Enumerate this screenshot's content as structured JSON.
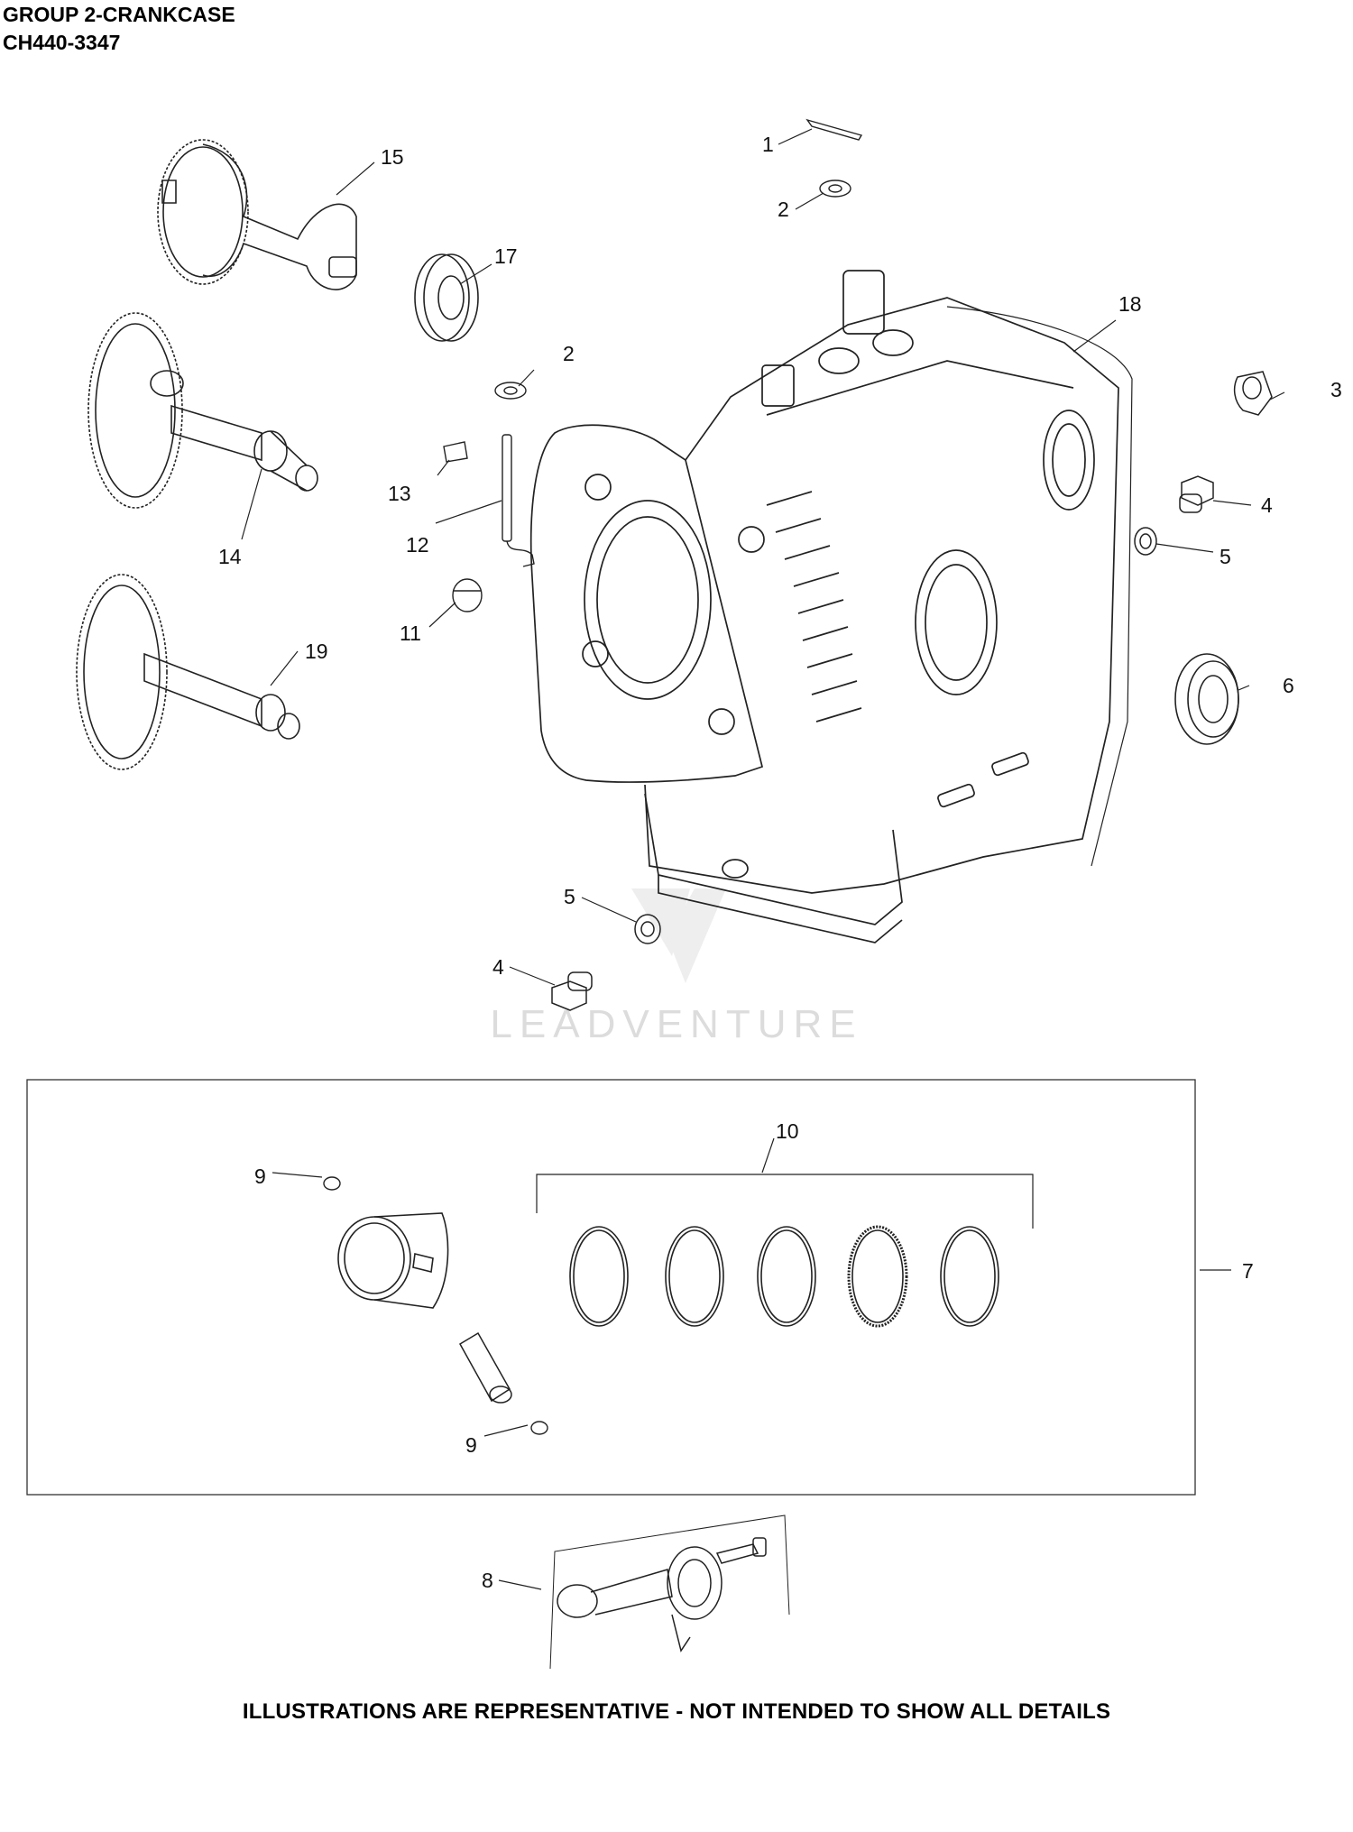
{
  "header": {
    "group_title": "GROUP 2-CRANKCASE",
    "model": "CH440-3347"
  },
  "callouts": {
    "c1": "1",
    "c2a": "2",
    "c2b": "2",
    "c3": "3",
    "c4a": "4",
    "c4b": "4",
    "c5a": "5",
    "c5b": "5",
    "c6": "6",
    "c7": "7",
    "c8": "8",
    "c9a": "9",
    "c9b": "9",
    "c10": "10",
    "c11": "11",
    "c12": "12",
    "c13": "13",
    "c14": "14",
    "c15": "15",
    "c17": "17",
    "c18": "18",
    "c19": "19"
  },
  "watermark": "LEADVENTURE",
  "footer": "ILLUSTRATIONS ARE REPRESENTATIVE - NOT INTENDED TO SHOW ALL DETAILS"
}
